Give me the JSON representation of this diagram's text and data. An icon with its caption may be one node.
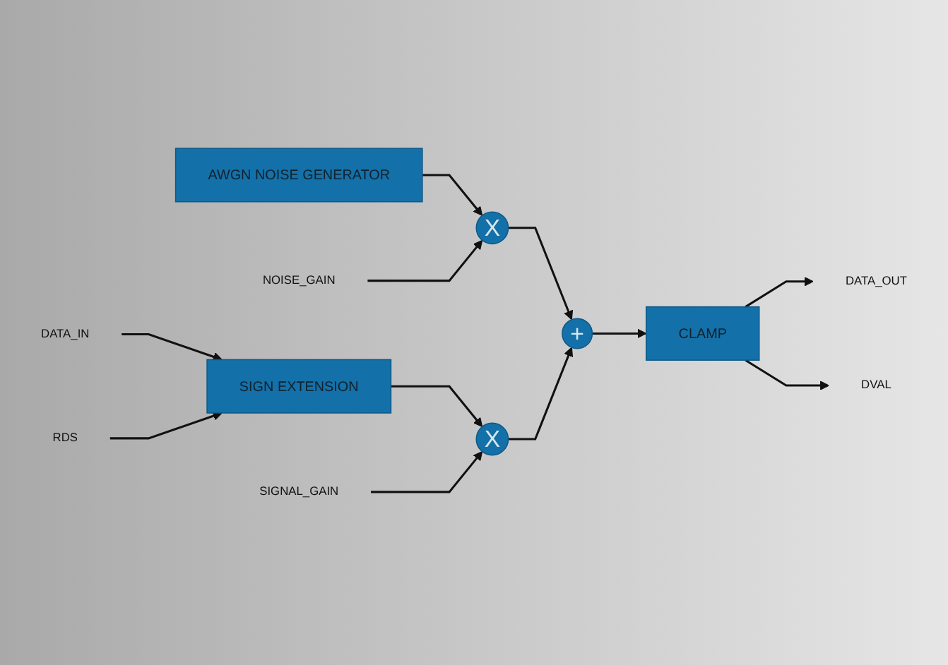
{
  "diagram": {
    "nodes": [
      {
        "text": [
          "AWGN NOISE GENERATOR"
        ]
      },
      {
        "text": [
          "NOISE_GAIN"
        ]
      },
      {
        "text": [
          "X"
        ]
      },
      {
        "text": [
          "DATA_IN"
        ]
      },
      {
        "text": [
          "DATA_OUT"
        ]
      },
      {
        "text": [
          "SIGN EXTENSION"
        ]
      },
      {
        "text": [
          "X"
        ]
      },
      {
        "text": [
          "+"
        ]
      },
      {
        "text": [
          "CLAMP"
        ]
      },
      {
        "text": [
          "RDS"
        ]
      },
      {
        "text": [
          "DVAL"
        ]
      },
      {
        "text": [
          "SIGNAL_GAIN"
        ]
      }
    ],
    "edges": [
      {
        "from": 0,
        "to": 2,
        "arrow": "to"
      },
      {
        "from": 1,
        "to": 2,
        "arrow": "to"
      },
      {
        "from": 2,
        "to": 7,
        "arrow": "to"
      },
      {
        "from": 3,
        "to": 5,
        "arrow": "to"
      },
      {
        "from": 9,
        "to": 5,
        "arrow": "to"
      },
      {
        "from": 5,
        "to": 6,
        "arrow": "to"
      },
      {
        "from": 11,
        "to": 6,
        "arrow": "to"
      },
      {
        "from": 6,
        "to": 7,
        "arrow": "to"
      },
      {
        "from": 7,
        "to": 8,
        "arrow": "to"
      },
      {
        "from": 8,
        "to": 4,
        "arrow": "to"
      },
      {
        "from": 8,
        "to": 10,
        "arrow": "to"
      }
    ]
  }
}
